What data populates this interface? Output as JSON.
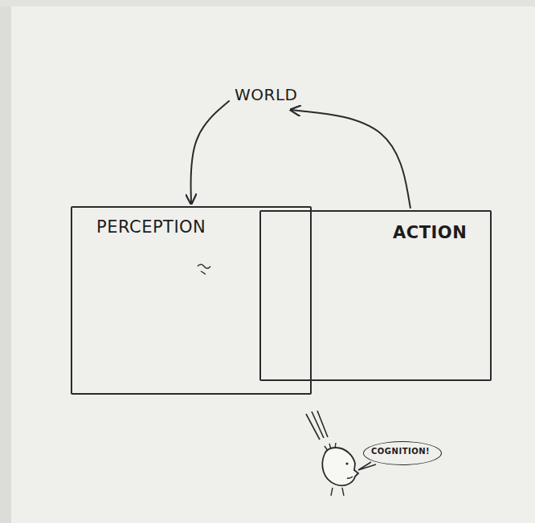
{
  "diagram": {
    "nodes": [
      {
        "text": [
          "WORLD"
        ]
      },
      {
        "text": [
          "PERCEPTION"
        ]
      },
      {
        "text": [
          "ACTION"
        ]
      },
      {
        "text": [
          "COGNITION!"
        ]
      }
    ],
    "edges": [
      {
        "from": 0,
        "to": 1,
        "arrow": "to"
      },
      {
        "from": 2,
        "to": 0,
        "arrow": "to"
      }
    ]
  }
}
